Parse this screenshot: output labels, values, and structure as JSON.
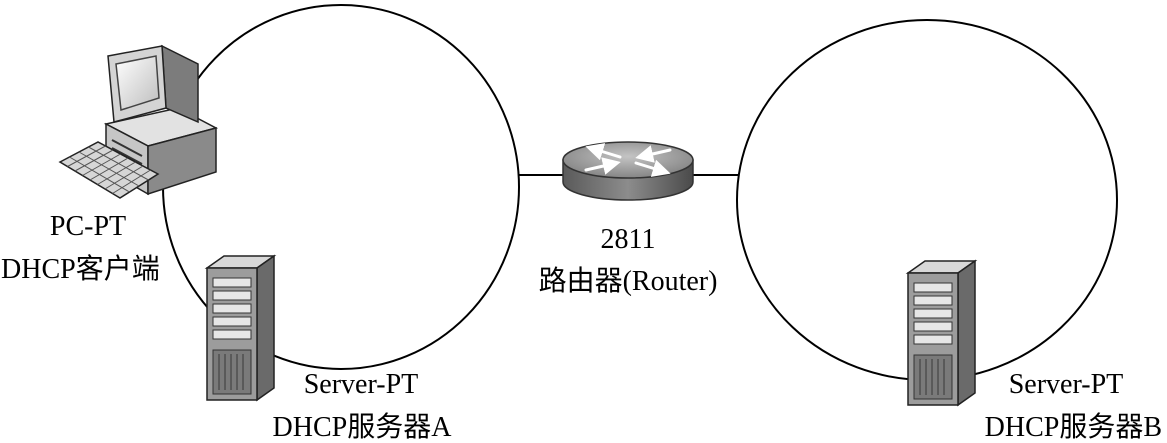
{
  "devices": {
    "pc": {
      "model": "PC-PT",
      "role": "DHCP客户端",
      "icon": "pc-icon"
    },
    "router": {
      "model": "2811",
      "role": "路由器(Router)",
      "icon": "router-icon"
    },
    "server_a": {
      "model": "Server-PT",
      "role": "DHCP服务器A",
      "icon": "server-icon"
    },
    "server_b": {
      "model": "Server-PT",
      "role": "DHCP服务器B",
      "icon": "server-icon"
    }
  }
}
